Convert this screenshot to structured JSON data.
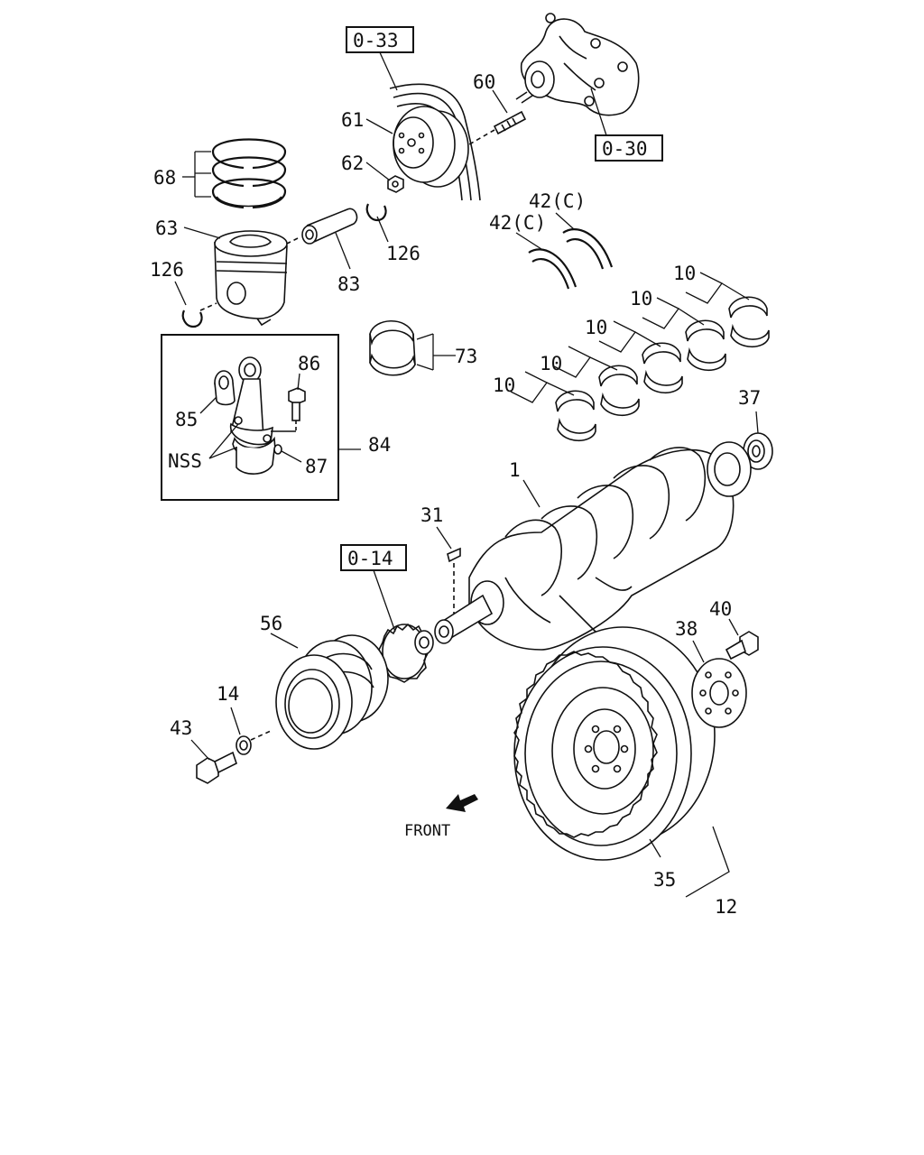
{
  "callouts": {
    "ref_0_33": "0-33",
    "ref_0_30": "0-30",
    "ref_0_14": "0-14",
    "p60": "60",
    "p61": "61",
    "p62": "62",
    "p68": "68",
    "p63": "63",
    "p126_top": "126",
    "p126_left": "126",
    "p83": "83",
    "p42c_a": "42(C)",
    "p42c_b": "42(C)",
    "p73": "73",
    "p10_a": "10",
    "p10_b": "10",
    "p10_c": "10",
    "p10_d": "10",
    "p10_e": "10",
    "p86": "86",
    "p85": "85",
    "nss": "NSS",
    "p87": "87",
    "p84": "84",
    "p37": "37",
    "p1": "1",
    "p31": "31",
    "p56": "56",
    "p40": "40",
    "p38": "38",
    "p14": "14",
    "p43": "43",
    "p35": "35",
    "p12": "12"
  },
  "front_label": "FRONT"
}
